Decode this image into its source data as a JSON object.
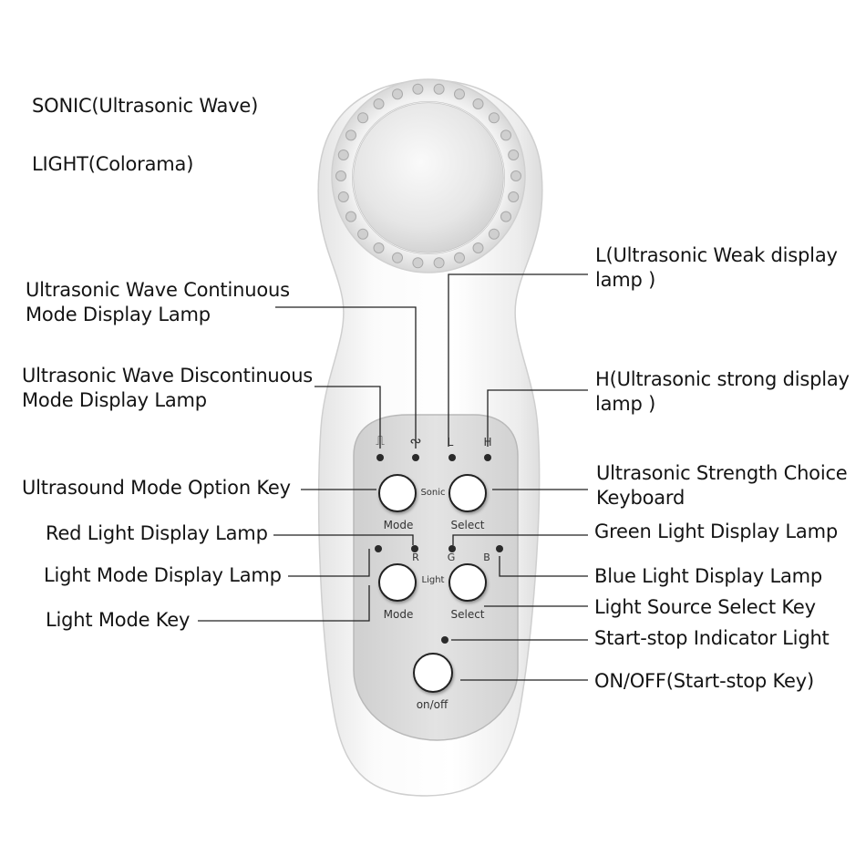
{
  "device_panel": {
    "sym_discontinuous": "⎍",
    "sym_continuous": "∾",
    "lamp_l": "L",
    "lamp_h": "H",
    "sonic": "Sonic",
    "mode_1": "Mode",
    "select_1": "Select",
    "r": "R",
    "g": "G",
    "b": "B",
    "light": "Light",
    "mode_2": "Mode",
    "select_2": "Select",
    "onoff": "on/off"
  },
  "labels": {
    "sonic": "SONIC(Ultrasonic Wave)",
    "light": "LIGHT(Colorama)",
    "l_lamp": "L(Ultrasonic Weak display lamp )",
    "continuous": "Ultrasonic Wave Continuous Mode Display Lamp",
    "discontinuous": "Ultrasonic Wave Discontinuous Mode Display Lamp",
    "h_lamp": "H(Ultrasonic strong display lamp )",
    "us_mode_key": "Ultrasound Mode Option Key",
    "strength_keyboard": "Ultrasonic Strength Choice Keyboard",
    "red_lamp": "Red Light Display Lamp",
    "green_lamp": "Green Light Display Lamp",
    "light_mode_lamp": "Light Mode Display Lamp",
    "blue_lamp": "Blue Light Display Lamp",
    "light_source_key": "Light Source Select Key",
    "light_mode_key": "Light Mode Key",
    "start_stop_light": "Start-stop Indicator Light",
    "onoff_key": "ON/OFF(Start-stop Key)"
  }
}
